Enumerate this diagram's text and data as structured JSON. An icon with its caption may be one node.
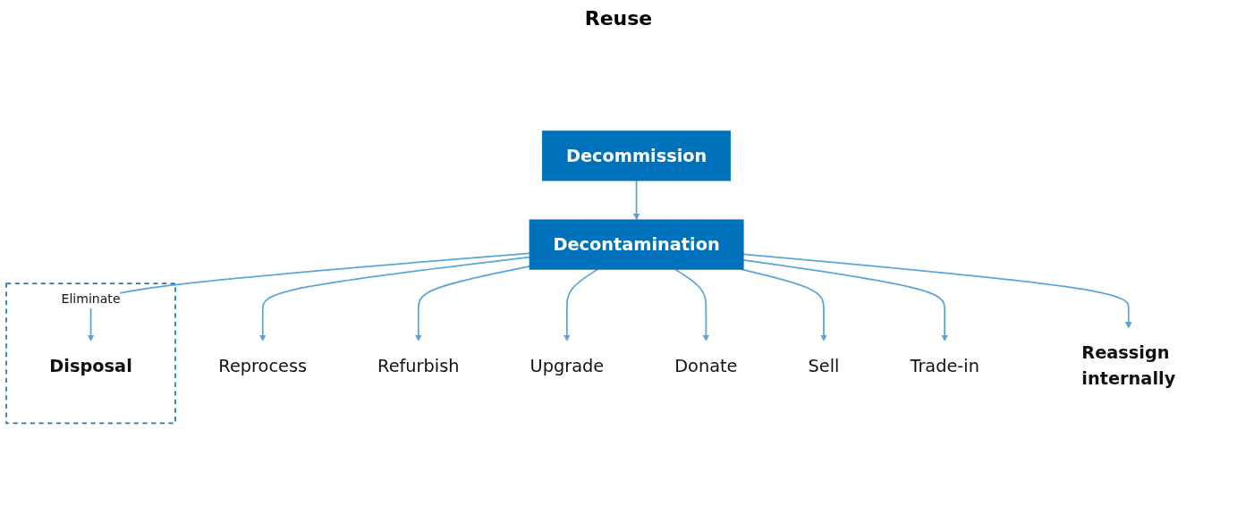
{
  "diagram": {
    "nodes": [
      {
        "text": [
          "Decommission"
        ]
      },
      {
        "text": [
          "Eliminate"
        ]
      },
      {
        "text": [
          "Decontamination"
        ]
      },
      {
        "text": [
          "Reprocess"
        ]
      },
      {
        "text": [
          "Refurbish"
        ]
      },
      {
        "text": [
          "Upgrade"
        ]
      },
      {
        "text": [
          "Donate"
        ]
      },
      {
        "text": [
          "Sell"
        ]
      },
      {
        "text": [
          "Trade-in"
        ]
      },
      {
        "text": [
          "Reassign internally"
        ]
      },
      {
        "text": [
          "Disposal"
        ],
        "in": 1
      }
    ],
    "edges": [
      {
        "from": 0,
        "to": 2,
        "arrow": "to"
      },
      {
        "from": 2,
        "to": 3,
        "arrow": "to"
      },
      {
        "from": 2,
        "to": 4,
        "arrow": "to"
      },
      {
        "from": 2,
        "to": 5,
        "arrow": "to"
      },
      {
        "from": 2,
        "to": 6,
        "arrow": "to"
      },
      {
        "from": 2,
        "to": 7,
        "arrow": "to"
      },
      {
        "from": 2,
        "to": 8,
        "arrow": "to"
      },
      {
        "from": 2,
        "to": 9,
        "arrow": "to"
      },
      {
        "from": 2,
        "to": 10,
        "arrow": "to"
      }
    ],
    "labels": [
      "Reuse"
    ]
  }
}
